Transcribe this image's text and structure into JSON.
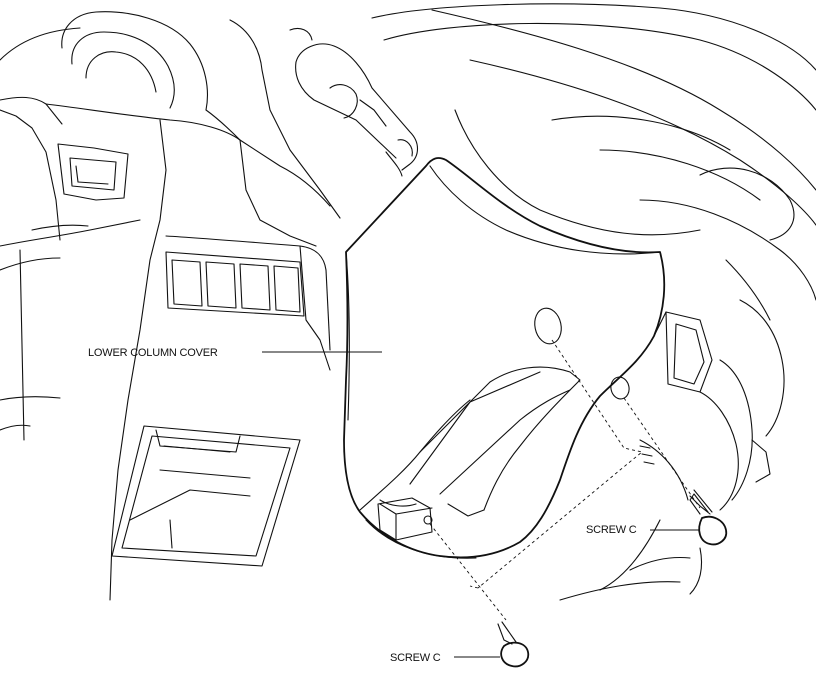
{
  "labels": {
    "lower_column_cover": "LOWER COLUMN COVER",
    "screw_c_right": "SCREW C",
    "screw_c_bottom": "SCREW C"
  },
  "colors": {
    "line": "#111111",
    "background": "#ffffff"
  }
}
